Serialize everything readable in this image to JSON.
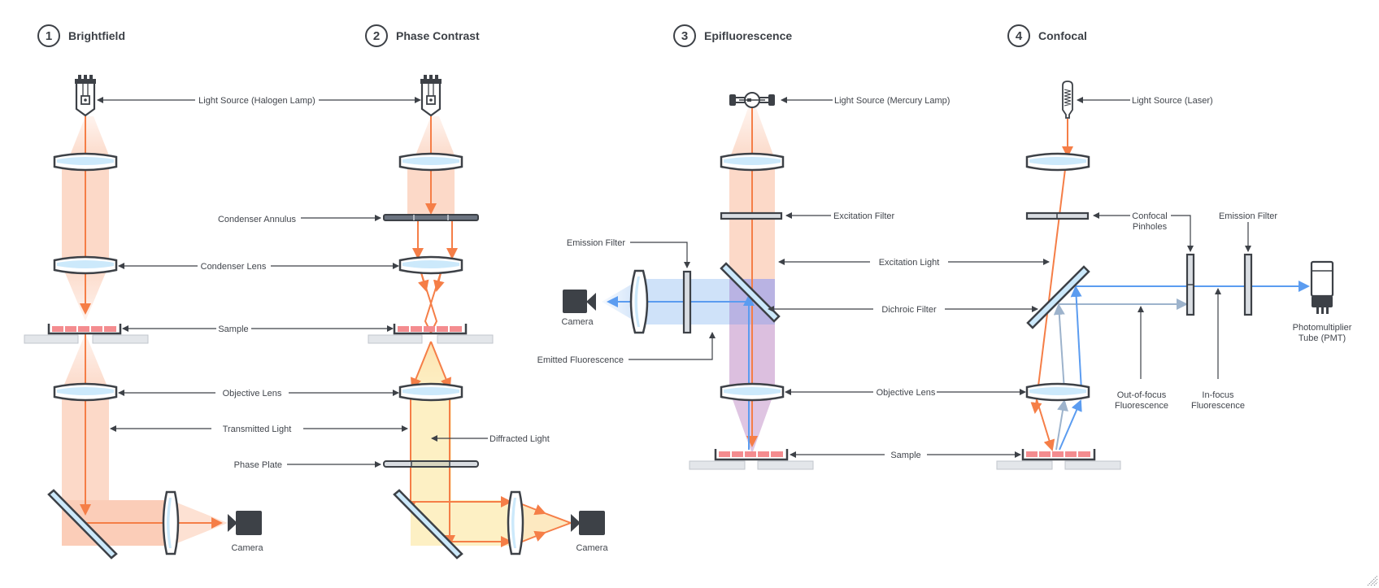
{
  "panels": [
    {
      "number": "1",
      "title": "Brightfield"
    },
    {
      "number": "2",
      "title": "Phase Contrast"
    },
    {
      "number": "3",
      "title": "Epifluorescence"
    },
    {
      "number": "4",
      "title": "Confocal"
    }
  ],
  "labels": {
    "halogen_lamp": "Light Source (Halogen Lamp)",
    "condenser_annulus": "Condenser Annulus",
    "condenser_lens": "Condenser Lens",
    "sample_12": "Sample",
    "objective_lens_12": "Objective Lens",
    "transmitted_light": "Transmitted Light",
    "diffracted_light": "Diffracted Light",
    "phase_plate": "Phase Plate",
    "camera_1": "Camera",
    "camera_2": "Camera",
    "mercury_lamp": "Light Source (Mercury Lamp)",
    "laser": "Light Source (Laser)",
    "excitation_filter": "Excitation Filter",
    "emission_filter_3": "Emission Filter",
    "excitation_light": "Excitation Light",
    "dichroic_filter": "Dichroic Filter",
    "camera_3": "Camera",
    "emitted_fluorescence": "Emitted Fluorescence",
    "objective_lens_34": "Objective Lens",
    "sample_34": "Sample",
    "confocal_pinholes_line1": "Confocal",
    "confocal_pinholes_line2": "Pinholes",
    "emission_filter_4": "Emission Filter",
    "pmt_line1": "Photomultiplier",
    "pmt_line2": "Tube (PMT)",
    "out_of_focus_line1": "Out-of-focus",
    "out_of_focus_line2": "Fluorescence",
    "in_focus_line1": "In-focus",
    "in_focus_line2": "Fluorescence"
  },
  "colors": {
    "excitation": "#f57e47",
    "excitation_beam": "#fcd9c8",
    "diffracted_beam": "#fdf0c4",
    "emission": "#5b9cf0",
    "emission_beam": "#cfe2f9",
    "overlap_beam": "#dcbfdf",
    "out_of_focus": "#9db3cc",
    "ink": "#3d4147"
  }
}
